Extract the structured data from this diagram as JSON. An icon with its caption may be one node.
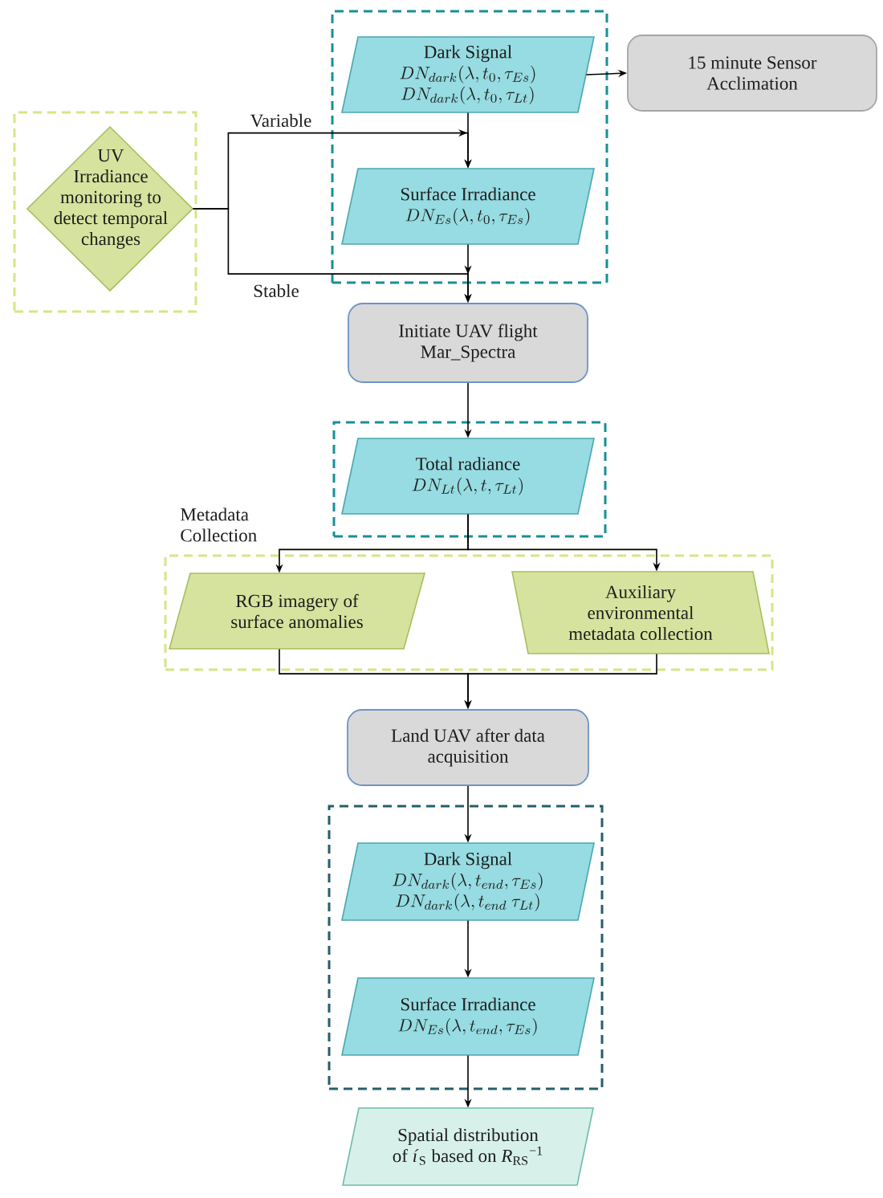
{
  "diagram": {
    "nodes": [
      {
        "text": [],
        "shape": "box"
      },
      {
        "text": [
          "Dark Signal",
          "DN_{dark}(\\lambda, t_0, \\tau_{Es})",
          "DN_{dark}(\\lambda, t_0, \\tau_{Lt})"
        ],
        "in": 0
      },
      {
        "text": [
          "Surface Irradiance",
          "DN_{Es}(\\lambda, t_0, \\tau_{Es})"
        ],
        "in": 0
      },
      {
        "text": [
          "15 minute Sensor Acclimation"
        ]
      },
      {
        "text": [],
        "shape": "box"
      },
      {
        "text": [
          "UV Irradiance monitoring to detect temporal changes"
        ],
        "in": 4
      },
      {
        "text": [
          "Initiate UAV flight Mar_Spectra"
        ]
      },
      {
        "text": [],
        "shape": "box"
      },
      {
        "text": [
          "Total radiance",
          "DN_{Lt}(\\lambda, t, \\tau_{Lt})"
        ],
        "in": 7
      },
      {
        "text": [
          "Metadata Collection"
        ]
      },
      {
        "text": [
          "RGB imagery of surface anomalies"
        ],
        "in": 9
      },
      {
        "text": [
          "Auxiliary environmental metadata collection"
        ],
        "in": 9
      },
      {
        "text": [
          "Land UAV after data acquisition"
        ]
      },
      {
        "text": [],
        "shape": "box"
      },
      {
        "text": [
          "Dark Signal",
          "DN_{dark}(\\lambda, t_{end}, \\tau_{Es})",
          "DN_{dark}(\\lambda, t_{end}\\ \\tau_{Lt})"
        ],
        "in": 13
      },
      {
        "text": [
          "Surface Irradiance",
          "DN_{Es}(\\lambda, t_{end}, \\tau_{Es})"
        ],
        "in": 13
      },
      {
        "text": [
          "Spatial distribution of *í*$_{S}$ based on *R*$_{RS}$$^{−1}$"
        ]
      }
    ],
    "edges": [
      {
        "from": 1,
        "to": 2,
        "arrow": "to"
      },
      {
        "from": 1,
        "to": 3,
        "arrow": "to"
      },
      {
        "from": 5,
        "to": 2,
        "arrow": "to",
        "label": "Variable"
      },
      {
        "from": 5,
        "to": 6,
        "arrow": "to",
        "label": "Stable"
      },
      {
        "from": 2,
        "to": 6,
        "arrow": "to"
      },
      {
        "from": 6,
        "to": 8,
        "arrow": "to"
      },
      {
        "from": 8,
        "to": 10,
        "arrow": "to"
      },
      {
        "from": 8,
        "to": 11,
        "arrow": "to"
      },
      {
        "from": 10,
        "to": 12,
        "arrow": "to"
      },
      {
        "from": 11,
        "to": 12,
        "arrow": "to"
      },
      {
        "from": 12,
        "to": 14,
        "arrow": "to"
      },
      {
        "from": 14,
        "to": 15,
        "arrow": "to"
      },
      {
        "from": 15,
        "to": 16,
        "arrow": "to"
      }
    ]
  }
}
